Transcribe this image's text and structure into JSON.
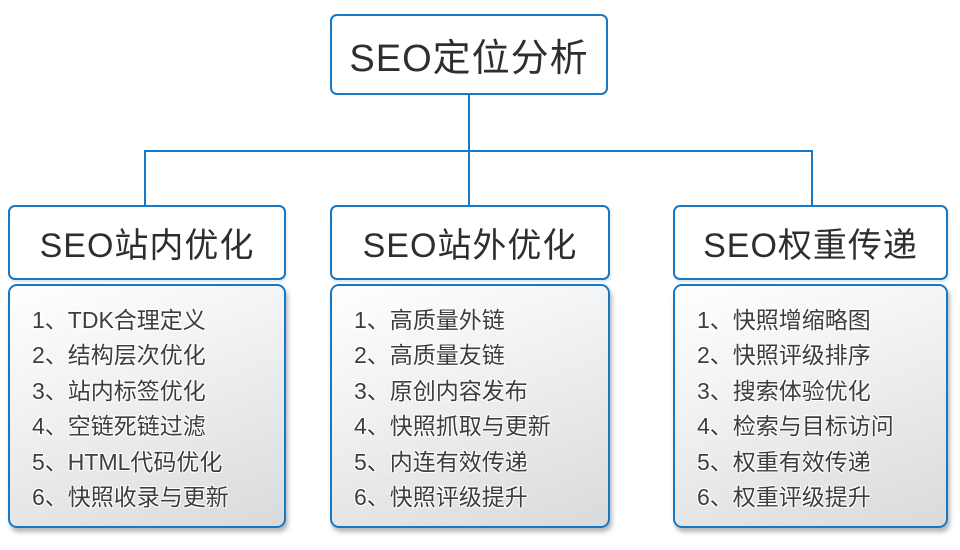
{
  "diagram": {
    "accent_color": "#1778c6",
    "root_title": "SEO定位分析",
    "branches": [
      {
        "title": "SEO站内优化",
        "items": [
          "1、TDK合理定义",
          "2、结构层次优化",
          "3、站内标签优化",
          "4、空链死链过滤",
          "5、HTML代码优化",
          "6、快照收录与更新"
        ]
      },
      {
        "title": "SEO站外优化",
        "items": [
          "1、高质量外链",
          "2、高质量友链",
          "3、原创内容发布",
          "4、快照抓取与更新",
          "5、内连有效传递",
          "6、快照评级提升"
        ]
      },
      {
        "title": "SEO权重传递",
        "items": [
          "1、快照增缩略图",
          "2、快照评级排序",
          "3、搜索体验优化",
          "4、检索与目标访问",
          "5、权重有效传递",
          "6、权重评级提升"
        ]
      }
    ]
  }
}
